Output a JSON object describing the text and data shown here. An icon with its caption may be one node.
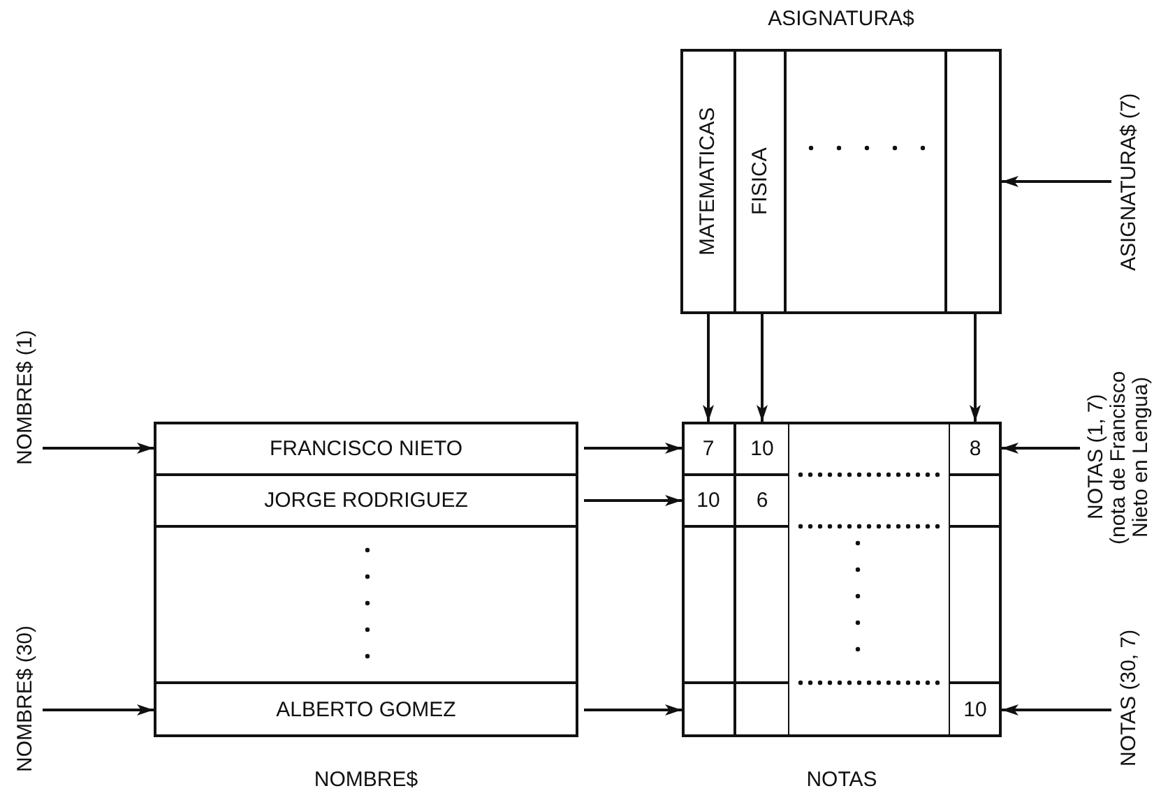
{
  "diagram": {
    "nodes": [
      {
        "text": [
          "ASIGNATURA$"
        ]
      },
      {
        "text": [
          "MATEMATICAS"
        ],
        "in": 0
      },
      {
        "text": [
          "FISICA"
        ],
        "in": 0
      },
      {
        "text": [],
        "shape": "box",
        "in": 0
      },
      {
        "text": [
          "NOMBRE$"
        ]
      },
      {
        "text": [
          "FRANCISCO NIETO"
        ],
        "in": 4
      },
      {
        "text": [
          "JORGE RODRIGUEZ"
        ],
        "in": 4
      },
      {
        "text": [
          "ALBERTO GOMEZ"
        ],
        "in": 4
      },
      {
        "text": [
          "NOTAS"
        ]
      },
      {
        "text": [
          "7"
        ],
        "in": 8
      },
      {
        "text": [
          "10"
        ],
        "in": 8
      },
      {
        "text": [
          "8"
        ],
        "in": 8
      },
      {
        "text": [
          "10"
        ],
        "in": 8
      },
      {
        "text": [
          "6"
        ],
        "in": 8
      },
      {
        "text": [],
        "shape": "box",
        "in": 8
      },
      {
        "text": [
          "10"
        ],
        "in": 8
      },
      {
        "text": [
          "ASIGNATURA$ (7)"
        ]
      },
      {
        "text": [
          "NOMBRE$ (1)"
        ]
      },
      {
        "text": [
          "NOMBRE$ (30)"
        ]
      },
      {
        "text": [
          "NOTAS (1, 7)",
          "(nota de Francisco Nieto en Lengua)"
        ]
      },
      {
        "text": [
          "NOTAS (30, 7)"
        ]
      }
    ],
    "edges": [
      {
        "from": 16,
        "to": 3,
        "arrow": "to"
      },
      {
        "from": 1,
        "to": 9,
        "arrow": "to"
      },
      {
        "from": 2,
        "to": 10,
        "arrow": "to"
      },
      {
        "from": 3,
        "to": 11,
        "arrow": "to"
      },
      {
        "from": 17,
        "to": 5,
        "arrow": "to"
      },
      {
        "from": 18,
        "to": 7,
        "arrow": "to"
      },
      {
        "from": 5,
        "to": 9,
        "arrow": "to"
      },
      {
        "from": 6,
        "to": 12,
        "arrow": "to"
      },
      {
        "from": 7,
        "to": 14,
        "arrow": "to"
      },
      {
        "from": 19,
        "to": 11,
        "arrow": "to"
      },
      {
        "from": 20,
        "to": 15,
        "arrow": "to"
      }
    ]
  }
}
